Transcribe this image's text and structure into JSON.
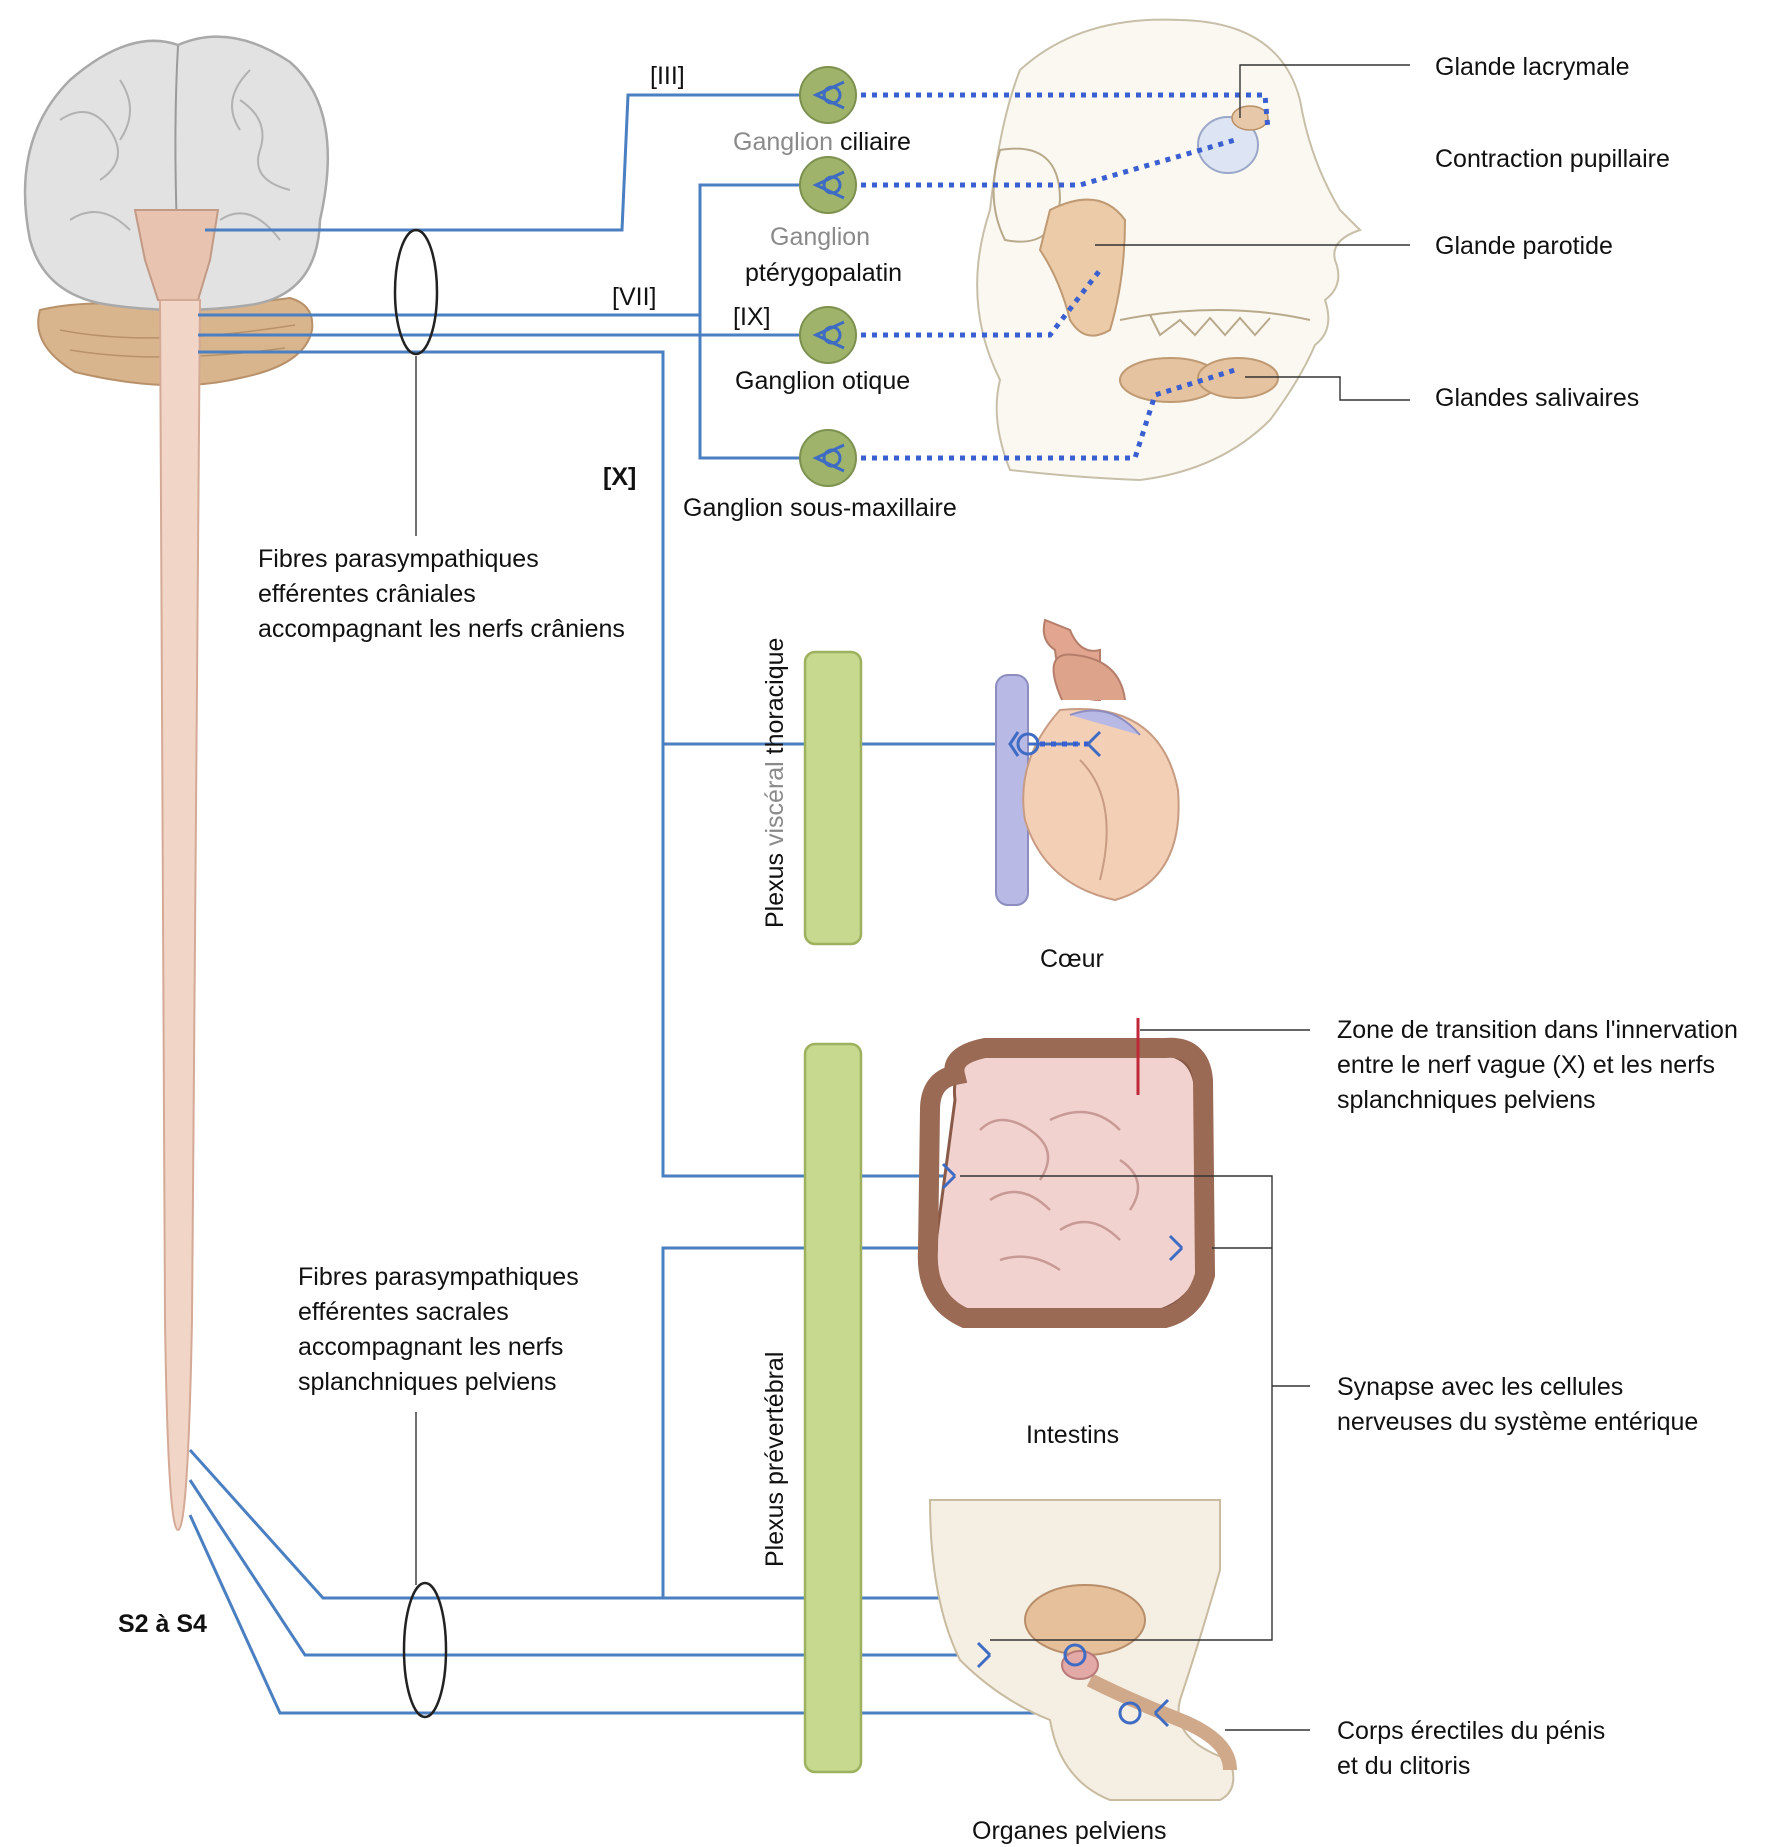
{
  "colors": {
    "nerve_line": "#4a7fc1",
    "postganglionic_dotted": "#3a5fd0",
    "ganglion": "#9fb36a",
    "plexus": "#c7d88f",
    "transition_zone": "#c0283a",
    "spinal_cord": "#f1d6c8",
    "brain": "#e2e2e2",
    "cerebellum": "#d9b58d"
  },
  "nerve_labels": {
    "cn3": "[III]",
    "cn7": "[VII]",
    "cn9": "[IX]",
    "cn10": "[X]"
  },
  "ganglia": {
    "ciliary": {
      "part1": "Ganglion",
      "part2": " ciliaire"
    },
    "pterygopalatine_line1": "Ganglion",
    "pterygopalatine_line2": "ptérygopalatin",
    "otic": "Ganglion otique",
    "submandibular": "Ganglion sous-maxillaire"
  },
  "targets": {
    "lacrimal": "Glande lacrymale",
    "pupil": "Contraction pupillaire",
    "parotid": "Glande parotide",
    "salivary": "Glandes salivaires",
    "heart": "Cœur",
    "intestines": "Intestins",
    "pelvic_organs": "Organes pelviens"
  },
  "plexus": {
    "thoracic": {
      "part1": "Plexus",
      "part2": " viscéral",
      "part3": " thoracique"
    },
    "prevertebral": "Plexus prévertébral"
  },
  "notes": {
    "cranial_fibres": [
      "Fibres parasympathiques",
      "efférentes crâniales",
      "accompagnant les nerfs crâniens"
    ],
    "sacral_fibres": [
      "Fibres parasympathiques",
      "efférentes sacrales",
      "accompagnant les nerfs",
      "splanchniques pelviens"
    ],
    "transition_zone": [
      "Zone de transition dans l'innervation",
      "entre le nerf vague (X) et les nerfs",
      "splanchniques pelviens"
    ],
    "enteric_synapse": [
      "Synapse avec les cellules",
      "nerveuses du système entérique"
    ],
    "erectile": [
      "Corps érectiles du pénis",
      "et du clitoris"
    ],
    "sacral_level": "S2 à S4"
  }
}
